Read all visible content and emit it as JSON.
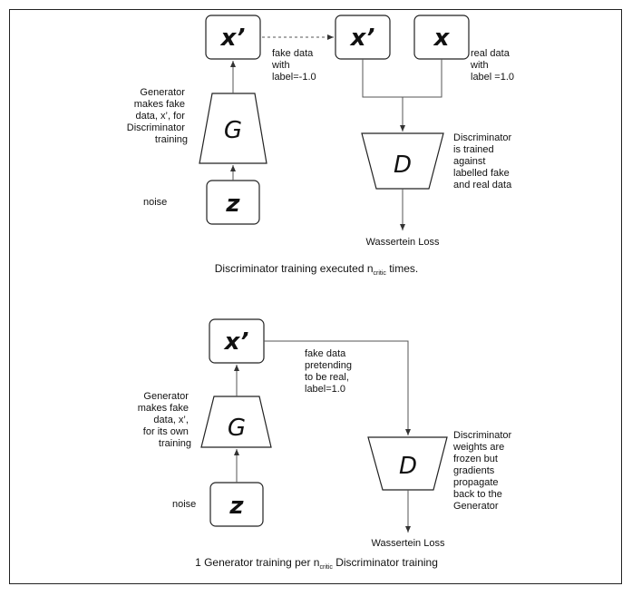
{
  "top": {
    "x_prime_gen": "x’",
    "x_prime_disc": "x’",
    "x_real": "x",
    "generator": "G",
    "discriminator": "D",
    "noise_symbol": "z",
    "fake_data_label": [
      "fake data",
      "with",
      "label=-1.0"
    ],
    "real_data_label": [
      "real data",
      "with",
      "label =1.0"
    ],
    "generator_note": [
      "Generator",
      "makes fake",
      "data, x’, for",
      "Discriminator",
      "training"
    ],
    "noise_label": "noise",
    "discriminator_note": [
      "Discriminator",
      "is trained",
      "against",
      "labelled fake",
      "and real data"
    ],
    "loss_label": "Wassertein Loss",
    "caption_pre": "Discriminator training executed n",
    "caption_sub": "critic",
    "caption_post": " times."
  },
  "bottom": {
    "x_prime_gen": "x’",
    "generator": "G",
    "discriminator": "D",
    "noise_symbol": "z",
    "fake_data_label": [
      "fake data",
      "pretending",
      "to be real,",
      "label=1.0"
    ],
    "generator_note": [
      "Generator",
      "makes fake",
      "data, x’,",
      "for its own",
      "training"
    ],
    "noise_label": "noise",
    "discriminator_note": [
      "Discriminator",
      "weights are",
      "frozen but",
      "gradients",
      "propagate",
      "back to the",
      "Generator"
    ],
    "loss_label": "Wassertein Loss",
    "caption_pre": "1 Generator training per n",
    "caption_sub": "critic",
    "caption_post": " Discriminator training"
  }
}
